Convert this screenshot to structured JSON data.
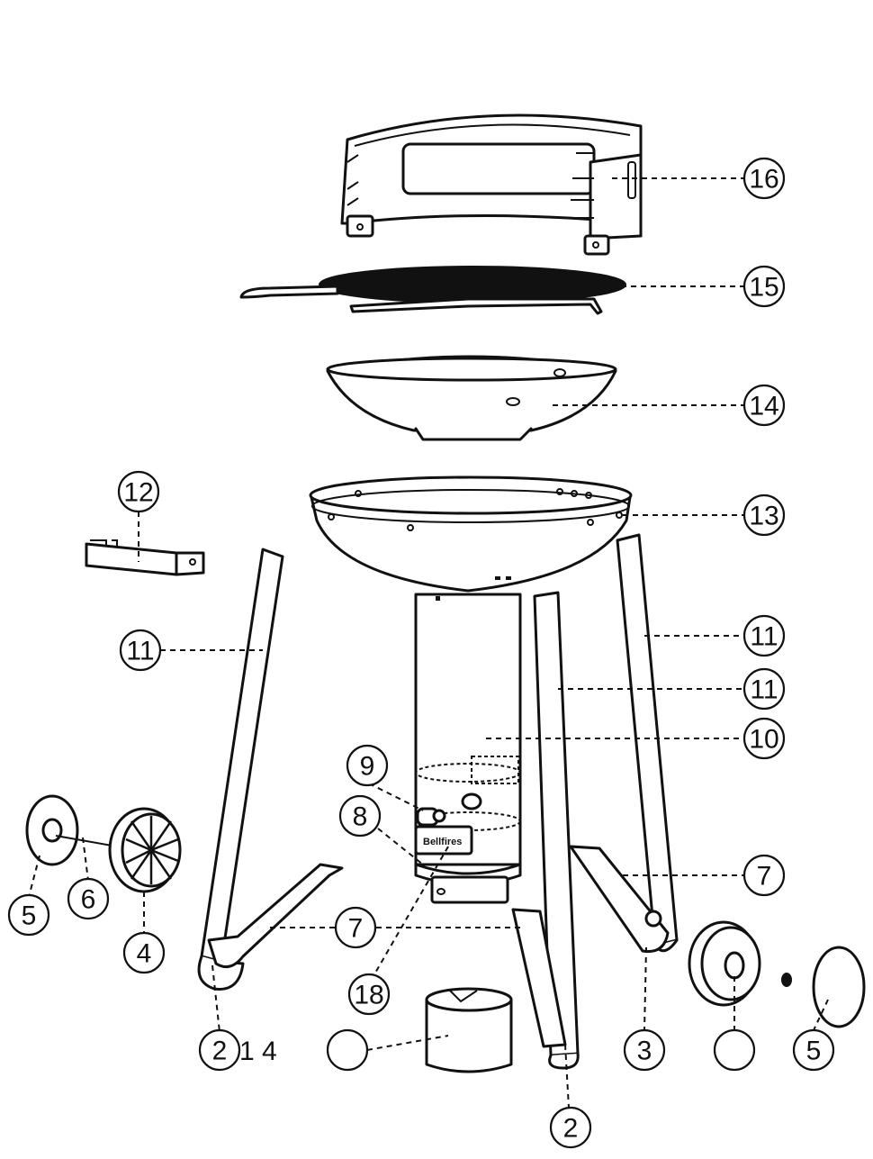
{
  "diagram": {
    "type": "exploded-parts-view",
    "callouts": {
      "lid_band": "16",
      "cooking_grate": "15",
      "fire_bowl_inner": "14",
      "fire_bowl_outer": "13",
      "handle": "12",
      "leg_left": "11",
      "leg_right_rear": "11",
      "leg_right_front": "11",
      "burner_tube": "10",
      "knob": "9",
      "valve_bracket": "8",
      "brace_right": "7",
      "brace_center": "7",
      "axle_hubcap_left": "5",
      "axle": "6",
      "wheel_left": "4",
      "leg_foot_left": "2",
      "leg_foot_center": "2",
      "leg_foot_right": "3",
      "igniter": "18",
      "hubcap_right": "5",
      "tank_holder": "",
      "wheel_right": ""
    },
    "stray_text": "1 4"
  }
}
